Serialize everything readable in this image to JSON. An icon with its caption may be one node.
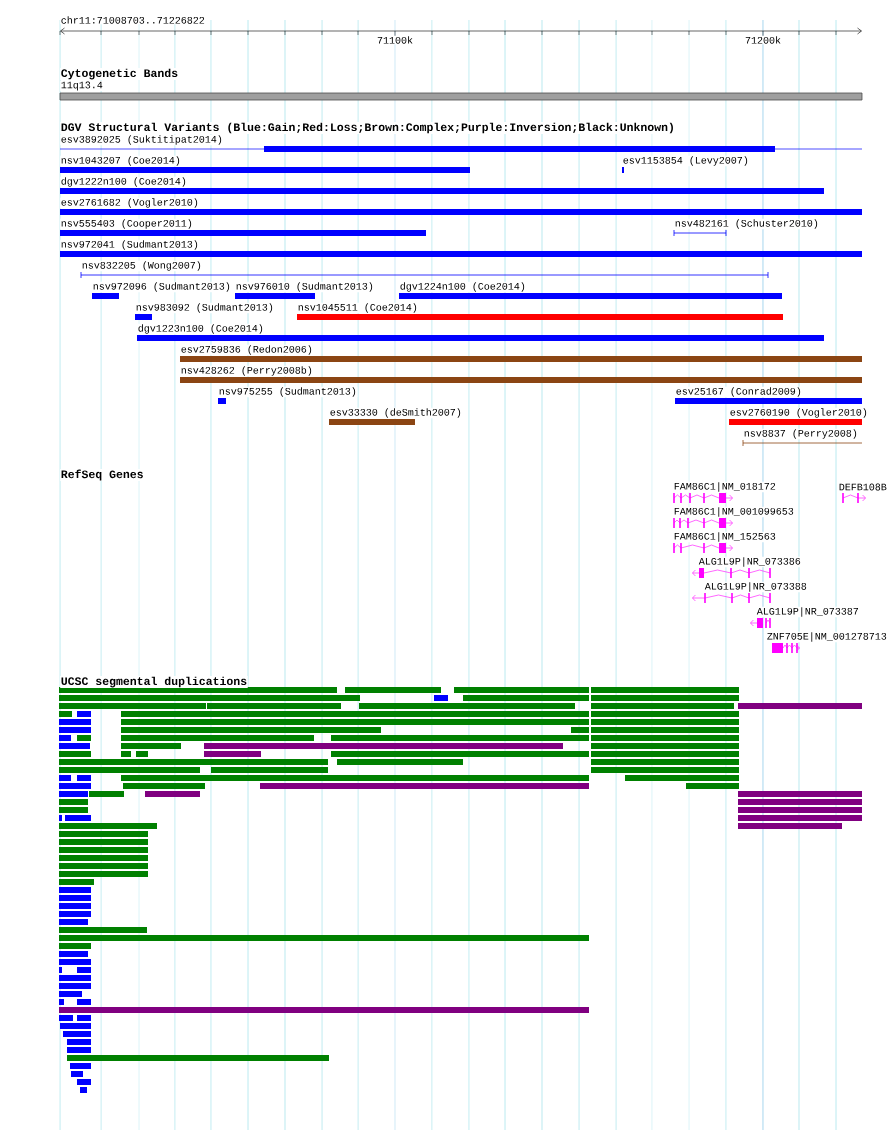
{
  "diagram": {
    "labels": [
      "chr11:71008703..71226822",
      "71100k",
      "71200k",
      "Cytogenetic Bands",
      "11q13.4",
      "DGV Structural Variants (Blue:Gain;Red:Loss;Brown:Complex;Purple:Inversion;Black:Unknown)",
      "esv3892025 (Suktitipat2014)",
      "nsv1043207 (Coe2014)",
      "esv1153854 (Levy2007)",
      "dgv1222n100 (Coe2014)",
      "esv2761682 (Vogler2010)",
      "nsv555403 (Cooper2011)",
      "nsv482161 (Schuster2010)",
      "nsv972041 (Sudmant2013)",
      "nsv832205 (Wong2007)",
      "nsv972096 (Sudmant2013)",
      "nsv976010 (Sudmant2013)",
      "dgv1224n100 (Coe2014)",
      "nsv983092 (Sudmant2013)",
      "nsv1045511 (Coe2014)",
      "dgv1223n100 (Coe2014)",
      "esv2759836 (Redon2006)",
      "nsv428262 (Perry2008b)",
      "nsv975255 (Sudmant2013)",
      "esv25167 (Conrad2009)",
      "esv33330 (deSmith2007)",
      "esv2760190 (Vogler2010)",
      "nsv8837 (Perry2008)",
      "RefSeq Genes",
      "FAM86C1|NM_018172",
      "DEFB108B",
      "FAM86C1|NM_001099653",
      "FAM86C1|NM_152563",
      "ALG1L9P|NR_073386",
      "ALG1L9P|NR_073388",
      "ALG1L9P|NR_073387",
      "ZNF705E|NM_001278713",
      "UCSC segmental duplications"
    ]
  }
}
